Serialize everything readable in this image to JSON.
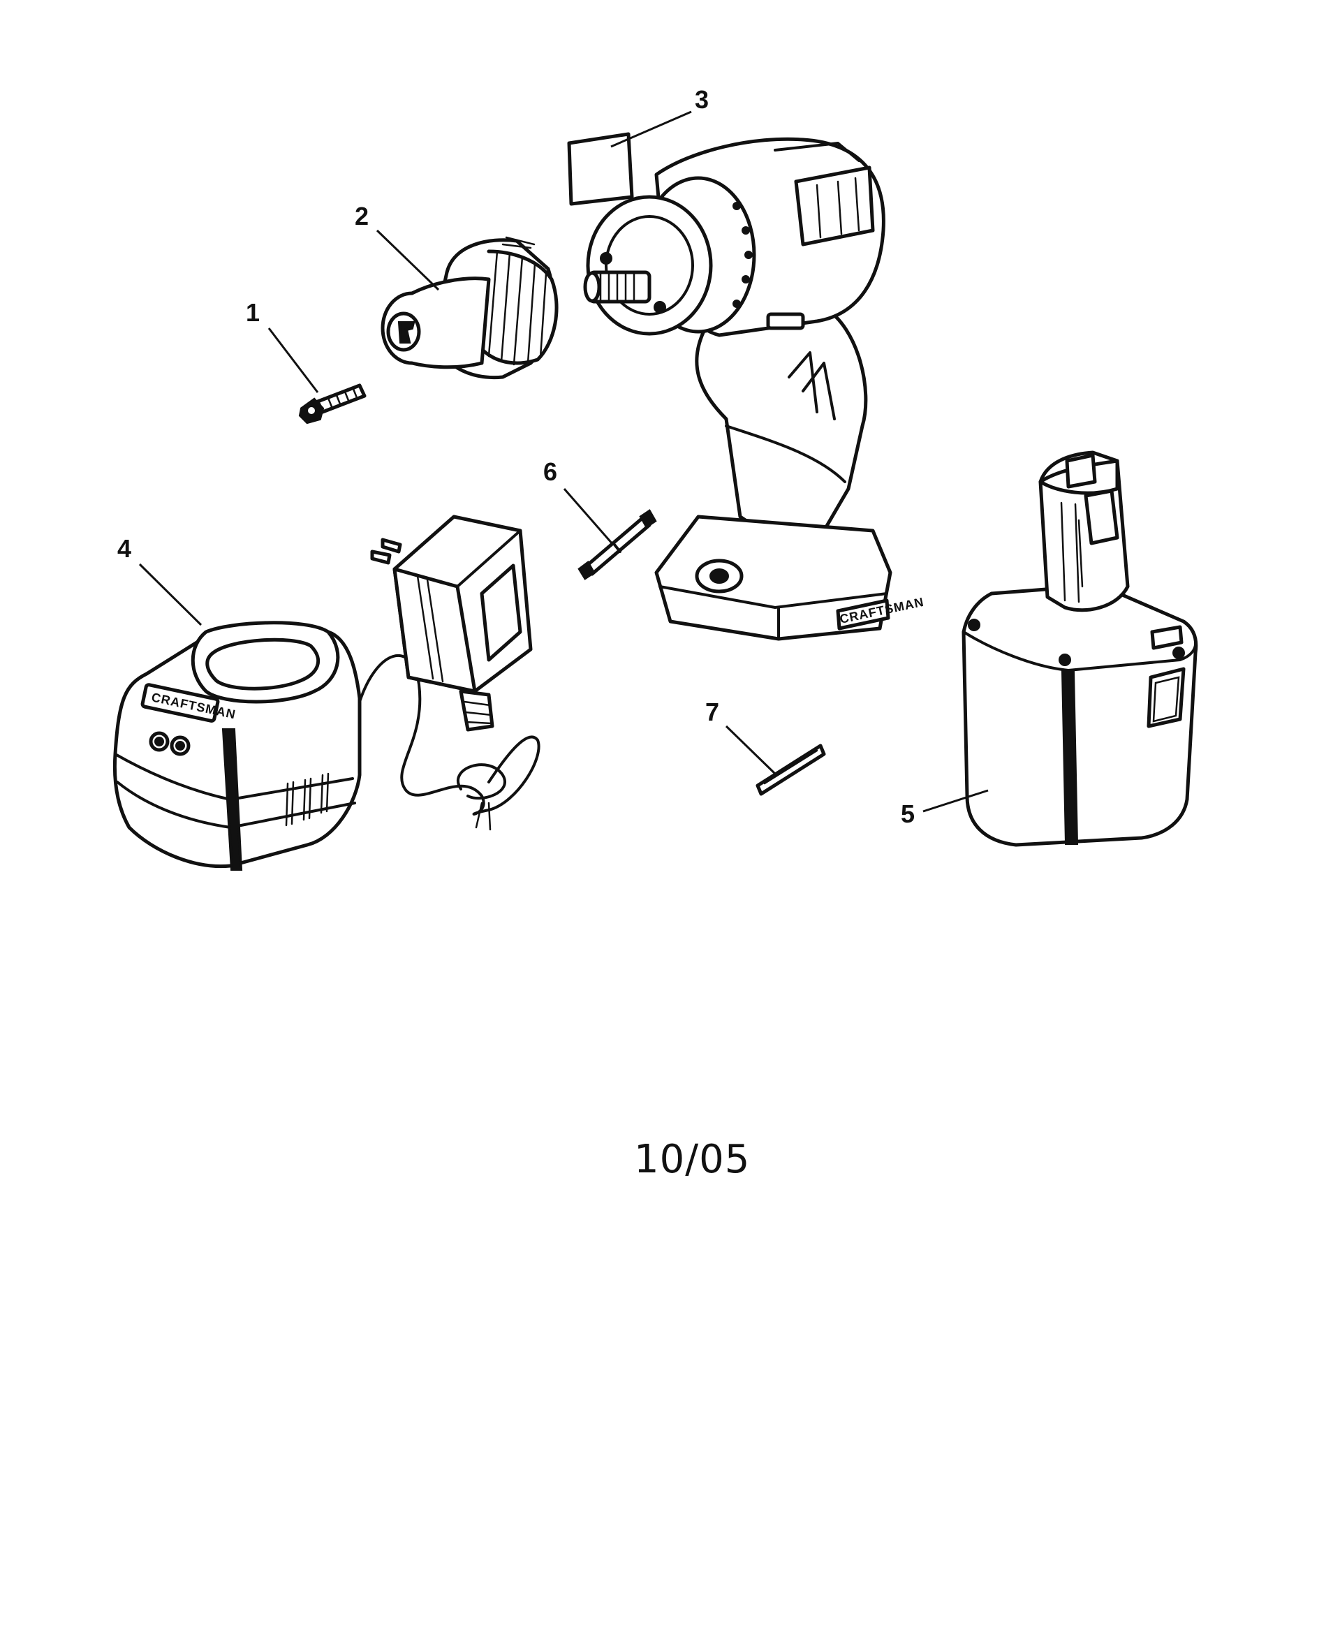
{
  "callouts": {
    "c1": "1",
    "c2": "2",
    "c3": "3",
    "c4": "4",
    "c5": "5",
    "c6": "6",
    "c7": "7"
  },
  "brand_labels": {
    "charger": "CRAFTSMAN",
    "drill_base": "CRAFTSMAN"
  },
  "footer": {
    "date_code": "10/05"
  }
}
